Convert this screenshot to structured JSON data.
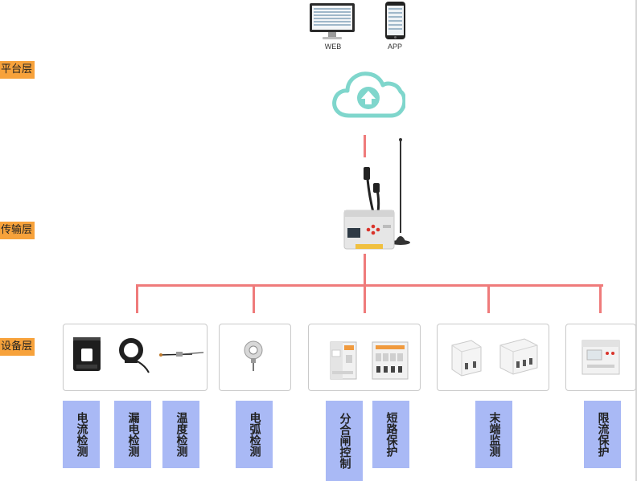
{
  "layers": {
    "platform": "平台层",
    "transmission": "传输层",
    "device": "设备层"
  },
  "clients": {
    "web": "WEB",
    "app": "APP"
  },
  "functions": [
    "电流检测",
    "漏电检测",
    "温度检测",
    "电弧检测",
    "分合闸控制",
    "短路保护",
    "末端监测",
    "限流保护"
  ],
  "colors": {
    "layer_label_bg": "#f7a23b",
    "connector": "#ef7b7b",
    "function_bg": "#a9b9f5",
    "cloud": "#7fd6cc"
  }
}
